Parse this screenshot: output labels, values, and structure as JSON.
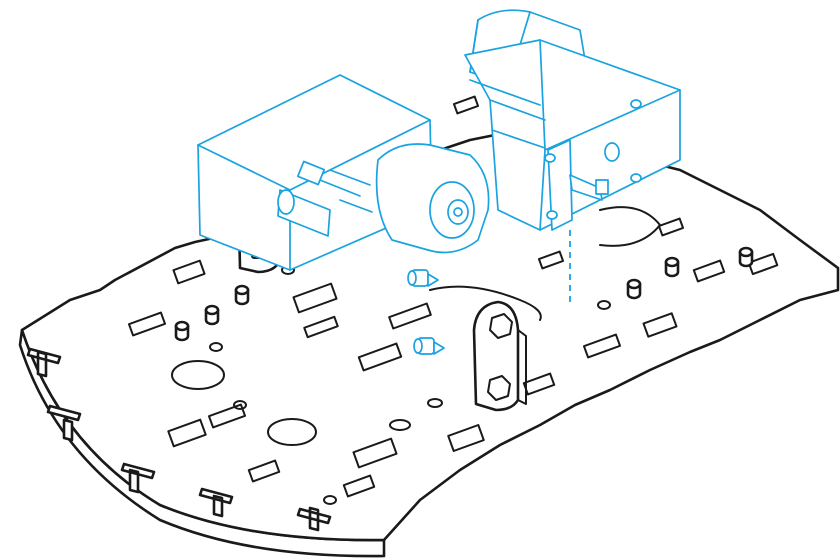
{
  "colors": {
    "outline": "#1a1a1a",
    "accent": "#1aa3e0",
    "background": "#ffffff"
  },
  "icons": {
    "chassis": "robot-chassis-plate",
    "motor": "gear-motor",
    "bracket": "motor-mount-bracket",
    "wheel": "wheel-hub",
    "caster": "caster-peg"
  }
}
